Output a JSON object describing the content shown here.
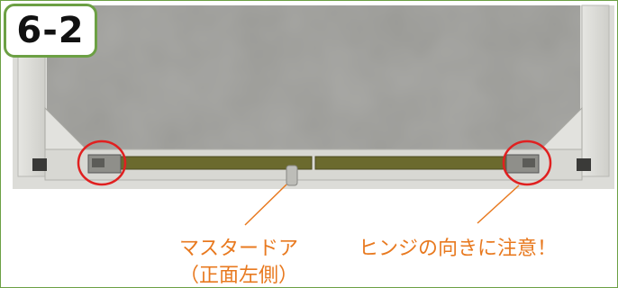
{
  "step": {
    "label": "6-2"
  },
  "captions": {
    "master_door": "マスタードア",
    "master_door_sub": "（正面左側）",
    "hinge_note": "ヒンジの向きに注意！"
  },
  "colors": {
    "frame_border": "#6ca044",
    "caption": "#e8791f",
    "highlight_circle": "#e02020",
    "panel": "#9a9a96",
    "bar": "#6b6a2e"
  },
  "icons": [
    "hinge-highlight-circle",
    "pointer-arrow"
  ]
}
